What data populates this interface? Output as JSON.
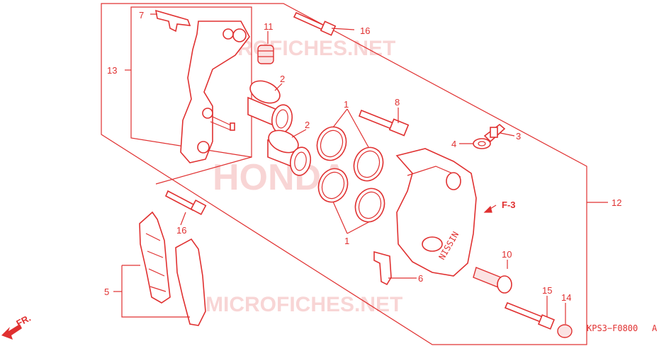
{
  "watermarks": {
    "top": "MICROFICHES.NET",
    "center": "HONDA",
    "bottom": "MICROFICHES.NET"
  },
  "callouts": {
    "p1a": "1",
    "p1b": "1",
    "p2a": "2",
    "p2b": "2",
    "p3": "3",
    "p4": "4",
    "p5": "5",
    "p6": "6",
    "p7": "7",
    "p8": "8",
    "p10": "10",
    "p11": "11",
    "p12": "12",
    "p13": "13",
    "p14": "14",
    "p15": "15",
    "p16a": "16",
    "p16b": "16"
  },
  "reference": "F-3",
  "front_arrow": "FR.",
  "diagram_code": "KPS3−F0800",
  "diagram_suffix": "A",
  "caliper_mark": "NISSIN"
}
